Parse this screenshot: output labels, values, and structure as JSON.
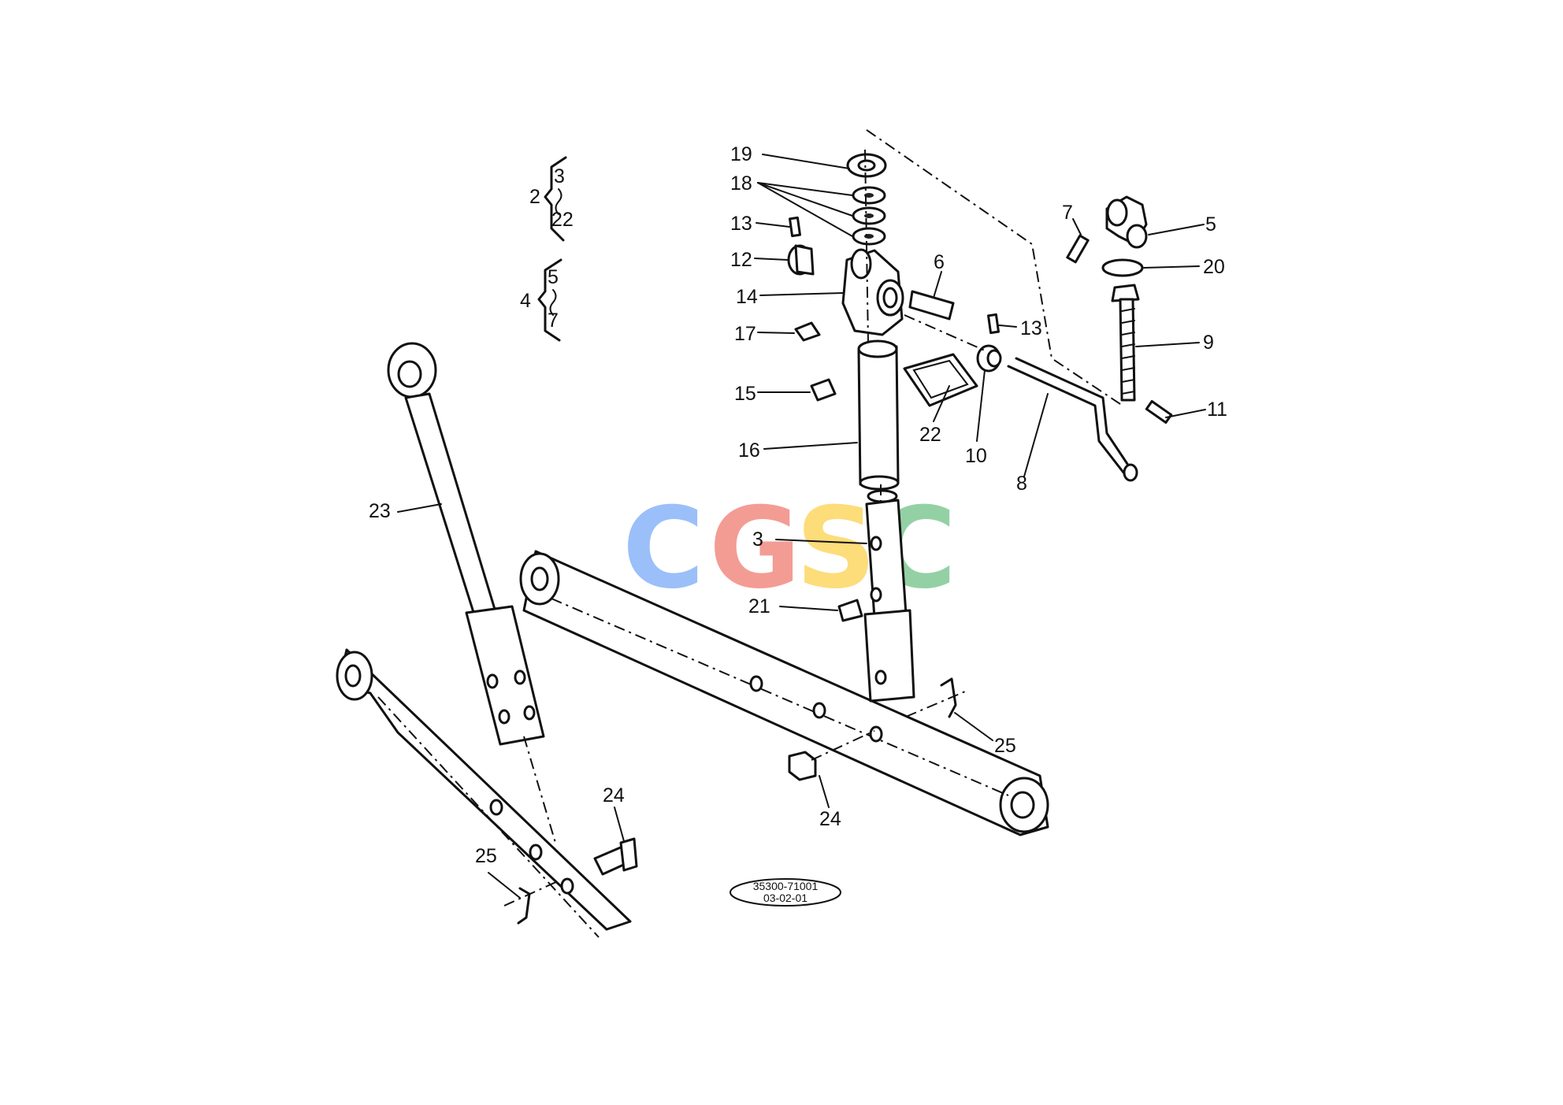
{
  "callouts": {
    "n19": "19",
    "n18": "18",
    "n13a": "13",
    "n12": "12",
    "n14": "14",
    "n17": "17",
    "n15": "15",
    "n16": "16",
    "n6": "6",
    "n22": "22",
    "n10": "10",
    "n13b": "13",
    "n8": "8",
    "n7": "7",
    "n5": "5",
    "n20": "20",
    "n9": "9",
    "n11": "11",
    "n23": "23",
    "n3": "3",
    "n21": "21",
    "n25a": "25",
    "n24a": "24",
    "n24b": "24",
    "n25b": "25"
  },
  "assemblies": {
    "group2": {
      "id": "2",
      "from": "3",
      "to": "22"
    },
    "group4": {
      "id": "4",
      "from": "5",
      "to": "7"
    }
  },
  "reference": {
    "line1": "35300-71001",
    "line2": "03-02-01"
  },
  "watermark": {
    "letters": [
      "C",
      "G",
      "S",
      "C"
    ],
    "colors": [
      "#8ab4f8",
      "#f28b82",
      "#fdd663",
      "#81c995"
    ]
  }
}
